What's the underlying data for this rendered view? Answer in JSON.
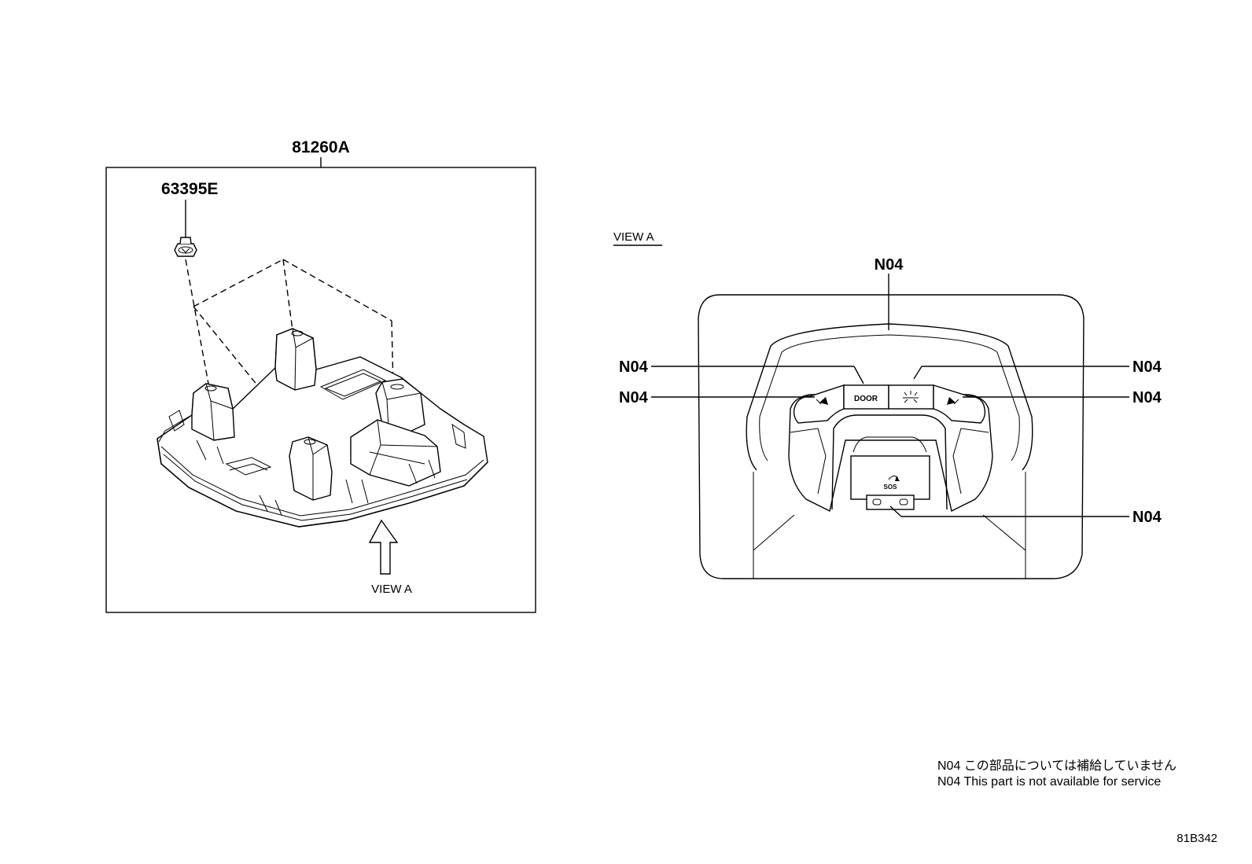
{
  "left_panel": {
    "assembly_label": "81260A",
    "clip_label": "63395E",
    "view_arrow_label": "VIEW A"
  },
  "view_a": {
    "title": "VIEW A",
    "callouts": {
      "top": "N04",
      "left_upper": "N04",
      "left_lower": "N04",
      "right_upper": "N04",
      "right_lower": "N04",
      "bottom_right": "N04"
    },
    "buttons": {
      "door": "DOOR",
      "sos": "SOS"
    }
  },
  "notes": {
    "japanese": "N04 この部品については補給していません",
    "english": "N04 This part is not available for service"
  },
  "figure_code": "81B342"
}
